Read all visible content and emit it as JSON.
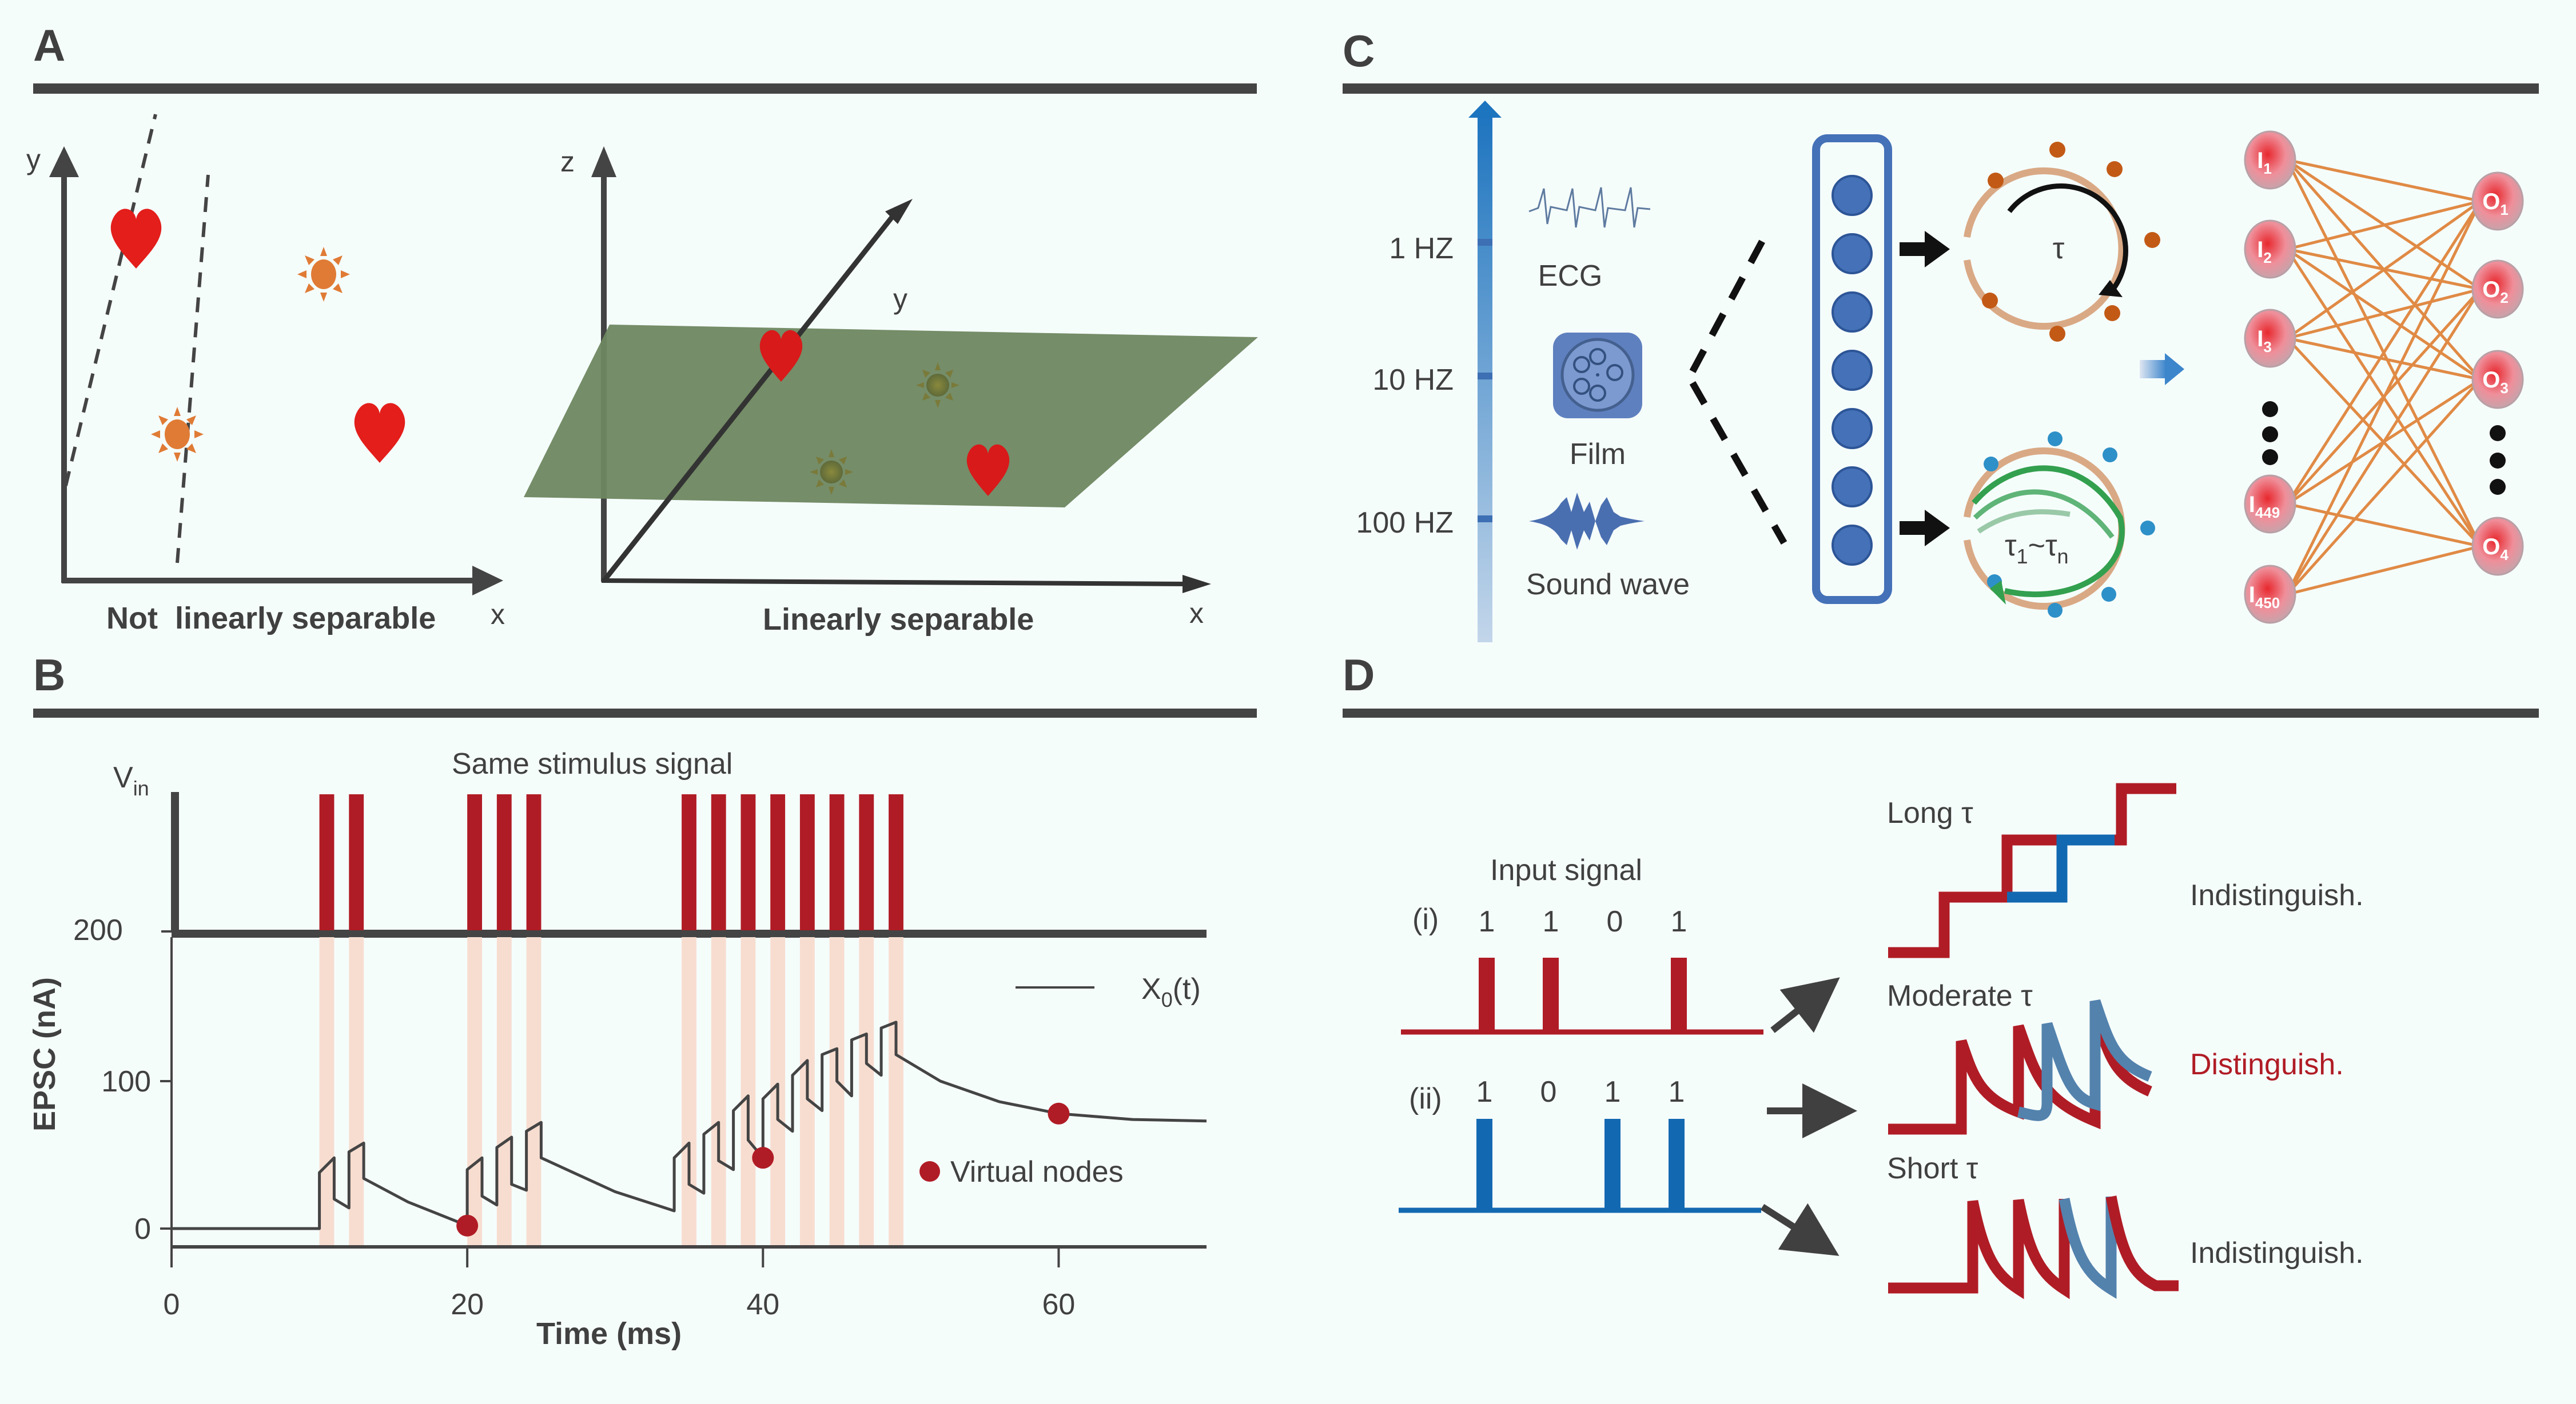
{
  "colors": {
    "background": "#f5fdfb",
    "rule": "#444444",
    "dark": "#404040",
    "spike_red": "#b01c25",
    "spike_blue": "#1369b1",
    "soft_blue": "#5382ad",
    "pale_stripe": "#f7ddd0",
    "heart_red": "#e31e1b",
    "sun_orange": "#e07b35",
    "plane_green": "#6e8760",
    "network_orange": "#e08a45",
    "node_blue": "#4471b7"
  },
  "panels": {
    "A": {
      "letter": "A",
      "left_plot": {
        "y_axis": "y",
        "x_axis": "x",
        "caption": "Not  linearly separable",
        "items": [
          {
            "shape": "heart",
            "label": "heart"
          },
          {
            "shape": "sun",
            "label": "sun"
          },
          {
            "shape": "sun",
            "label": "sun"
          },
          {
            "shape": "heart",
            "label": "heart"
          }
        ]
      },
      "right_plot": {
        "z_axis": "z",
        "y_axis": "y",
        "x_axis": "x",
        "caption": "Linearly separable"
      }
    },
    "B": {
      "letter": "B",
      "stimulus_title": "Same stimulus signal",
      "vin_label": "V",
      "vin_sub": "in",
      "vin_tick": "200",
      "legend_line": "X",
      "legend_line_sub": "0",
      "legend_line_suffix": "(t)",
      "legend_dot": "Virtual nodes"
    },
    "C": {
      "letter": "C",
      "frequency_scale": [
        {
          "label": "1 HZ"
        },
        {
          "label": "10 HZ"
        },
        {
          "label": "100 HZ"
        }
      ],
      "sources": [
        {
          "label": "ECG",
          "icon": "ecg-icon"
        },
        {
          "label": "Film",
          "icon": "film-reel-icon"
        },
        {
          "label": "Sound wave",
          "icon": "sound-wave-icon"
        }
      ],
      "reservoir_nodes": 7,
      "ring_top_label": "τ",
      "ring_bottom_label_a": "τ",
      "ring_bottom_sub_a": "1",
      "ring_bottom_tilde": "~",
      "ring_bottom_label_b": "τ",
      "ring_bottom_sub_b": "n",
      "input_nodes": [
        {
          "letter": "I",
          "sub": "1"
        },
        {
          "letter": "I",
          "sub": "2"
        },
        {
          "letter": "I",
          "sub": "3"
        },
        {
          "letter": "I",
          "sub": "449"
        },
        {
          "letter": "I",
          "sub": "450"
        }
      ],
      "output_nodes": [
        {
          "letter": "O",
          "sub": "1"
        },
        {
          "letter": "O",
          "sub": "2"
        },
        {
          "letter": "O",
          "sub": "3"
        },
        {
          "letter": "O",
          "sub": "4"
        }
      ]
    },
    "D": {
      "letter": "D",
      "input_title": "Input signal",
      "signals": [
        {
          "id": "(i)",
          "bits": [
            "1",
            "1",
            "0",
            "1"
          ],
          "color": "#b01c25"
        },
        {
          "id": "(ii)",
          "bits": [
            "1",
            "0",
            "1",
            "1"
          ],
          "color": "#1369b1"
        }
      ],
      "cases": [
        {
          "title": "Long τ",
          "result": "Indistinguish.",
          "highlight": false
        },
        {
          "title": "Moderate τ",
          "result": "Distinguish.",
          "highlight": true
        },
        {
          "title": "Short τ",
          "result": "Indistinguish.",
          "highlight": false
        }
      ]
    }
  },
  "chart_data": {
    "type": "line",
    "title": "Same stimulus signal",
    "xlabel": "Time (ms)",
    "ylabel": "EPSC (nA)",
    "xlim": [
      0,
      70
    ],
    "ylim": [
      -10,
      200
    ],
    "x_ticks": [
      0,
      20,
      40,
      60
    ],
    "y_ticks": [
      0,
      100,
      200
    ],
    "grid": false,
    "legend": "right",
    "stimulus_pulses_ms": [
      10.5,
      12.5,
      20.5,
      22.5,
      24.5,
      35.0,
      37.0,
      39.0,
      41.0,
      43.0,
      45.0,
      47.0,
      49.0
    ],
    "pulse_width_ms": 1.0,
    "series": [
      {
        "name": "X0(t)",
        "points": [
          [
            0,
            0
          ],
          [
            10,
            0
          ],
          [
            10,
            38
          ],
          [
            11,
            48
          ],
          [
            11,
            20
          ],
          [
            12,
            14
          ],
          [
            12,
            52
          ],
          [
            13,
            58
          ],
          [
            13,
            34
          ],
          [
            16,
            18
          ],
          [
            20,
            2
          ],
          [
            20,
            40
          ],
          [
            21,
            48
          ],
          [
            21,
            22
          ],
          [
            22,
            16
          ],
          [
            22,
            55
          ],
          [
            23,
            62
          ],
          [
            23,
            30
          ],
          [
            24,
            26
          ],
          [
            24,
            66
          ],
          [
            25,
            72
          ],
          [
            25,
            48
          ],
          [
            30,
            25
          ],
          [
            34,
            12
          ],
          [
            34,
            48
          ],
          [
            35,
            58
          ],
          [
            35,
            30
          ],
          [
            36,
            24
          ],
          [
            36,
            64
          ],
          [
            37,
            72
          ],
          [
            37,
            46
          ],
          [
            38,
            40
          ],
          [
            38,
            80
          ],
          [
            39,
            90
          ],
          [
            39,
            60
          ],
          [
            40,
            48
          ],
          [
            40,
            88
          ],
          [
            41,
            98
          ],
          [
            41,
            74
          ],
          [
            42,
            66
          ],
          [
            42,
            104
          ],
          [
            43,
            114
          ],
          [
            43,
            88
          ],
          [
            44,
            80
          ],
          [
            44,
            118
          ],
          [
            45,
            122
          ],
          [
            45,
            100
          ],
          [
            46,
            90
          ],
          [
            46,
            128
          ],
          [
            47,
            132
          ],
          [
            47,
            112
          ],
          [
            48,
            104
          ],
          [
            48,
            136
          ],
          [
            49,
            140
          ],
          [
            49,
            118
          ],
          [
            52,
            100
          ],
          [
            56,
            86
          ],
          [
            60,
            78
          ],
          [
            65,
            74
          ],
          [
            70,
            73
          ]
        ]
      }
    ],
    "virtual_nodes": [
      {
        "x": 20,
        "y": 2
      },
      {
        "x": 40,
        "y": 48
      },
      {
        "x": 60,
        "y": 78
      }
    ]
  }
}
